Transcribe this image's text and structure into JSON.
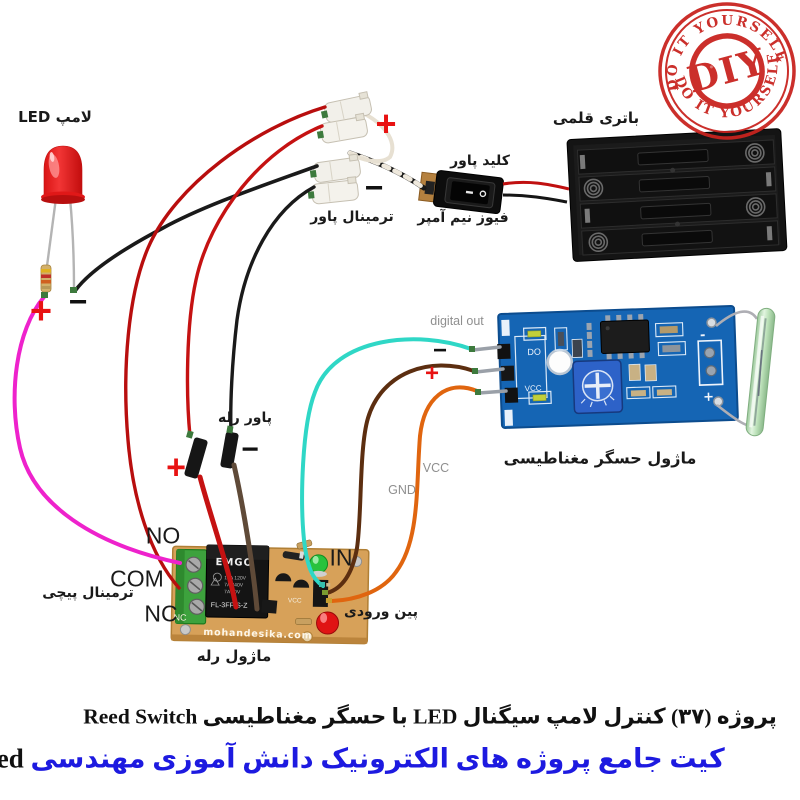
{
  "marks": {
    "plus": "+",
    "minus": "−"
  },
  "stamp": {
    "arc": "DO IT YOURSELF",
    "center": "DIY",
    "star": "★"
  },
  "labels": {
    "led": "لامپ LED",
    "battery": "باتری قلمی",
    "power_switch": "کلید پاور",
    "fuse": "فیوز نیم آمپر",
    "power_terminal": "ترمینال پاور",
    "relay_power": "پاور رله",
    "screw_terminal": "ترمینال پیچی",
    "no": "NO",
    "com": "COM",
    "nc": "NC",
    "in": "IN",
    "input_pin": "پین ورودی",
    "relay_module": "ماژول رله",
    "sensor_module": "ماژول حسگر مغناطیسی",
    "digital_out": "digital out",
    "vcc": "VCC",
    "gnd": "GND"
  },
  "relay_board": {
    "brand": "EMGO",
    "rating1": "10A 120V",
    "rating2": "7A 240V",
    "rating3": "7A 30V",
    "model": "FL-3FF-S-Z",
    "website": "mohandesika.com",
    "silk_nc": "NC",
    "silk_vcc": "VCC"
  },
  "sensor_board": {
    "silk_do": "DO",
    "silk_vcc": "VCC",
    "silk_minus": "-",
    "silk_plus": "+"
  },
  "caption": {
    "line1": "پروژه (۳۷) کنترل لامپ سیگنال LED با حسگر مغناطیسی Reed Switch",
    "line2_fa": "کیت جامع پروژه های الکترونیک دانش آموزی مهندسی",
    "line2_en": "Reed"
  },
  "colors": {
    "accent_red": "#e81212",
    "caption_blue": "#1d1ae0",
    "stamp_red": "#c8231e",
    "wire_magenta": "#ee22cc",
    "wire_red": "#c01010",
    "wire_black": "#1a1a1a",
    "wire_cyan": "#2fd7c6",
    "wire_brown": "#5c2e10",
    "wire_orange": "#e0650f",
    "pcb_blue": "#1565b4",
    "pcb_tan": "#d7a159"
  }
}
